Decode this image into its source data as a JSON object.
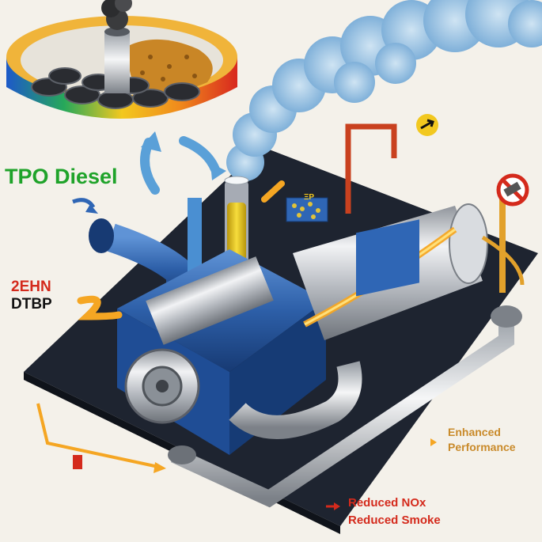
{
  "labels": {
    "fuel": "TPO Diesel",
    "additive_1": "2EHN",
    "additive_2": "DTBP",
    "outcome_performance_line1": "Enhanced",
    "outcome_performance_line2": "Performance",
    "outcome_nox": "Reduced NOx",
    "outcome_smoke": "Reduced Smoke",
    "sensor_text": "ΞΡ"
  },
  "colors": {
    "fuel_label": "#1fa32a",
    "additive_1": "#d42a1c",
    "additive_2": "#111111",
    "performance": "#c98a2a",
    "reduced": "#d42a1c",
    "engine_blue": "#2f66b5",
    "exhaust_silver": "#c9ccd1",
    "smoke_blue": "#9dc6e6",
    "fuel_yellow": "#e6c21d",
    "flame_orange": "#f5a623",
    "base_plate": "#1e2430"
  },
  "icons": [
    "tire-pyrolysis-bowl-icon",
    "cyclic-arrow-icon",
    "yellow-fuel-tube-icon",
    "no-entry-sign-icon",
    "yellow-arrow-badge-icon",
    "catalyst-filter-icon",
    "exhaust-smoke-icon"
  ]
}
